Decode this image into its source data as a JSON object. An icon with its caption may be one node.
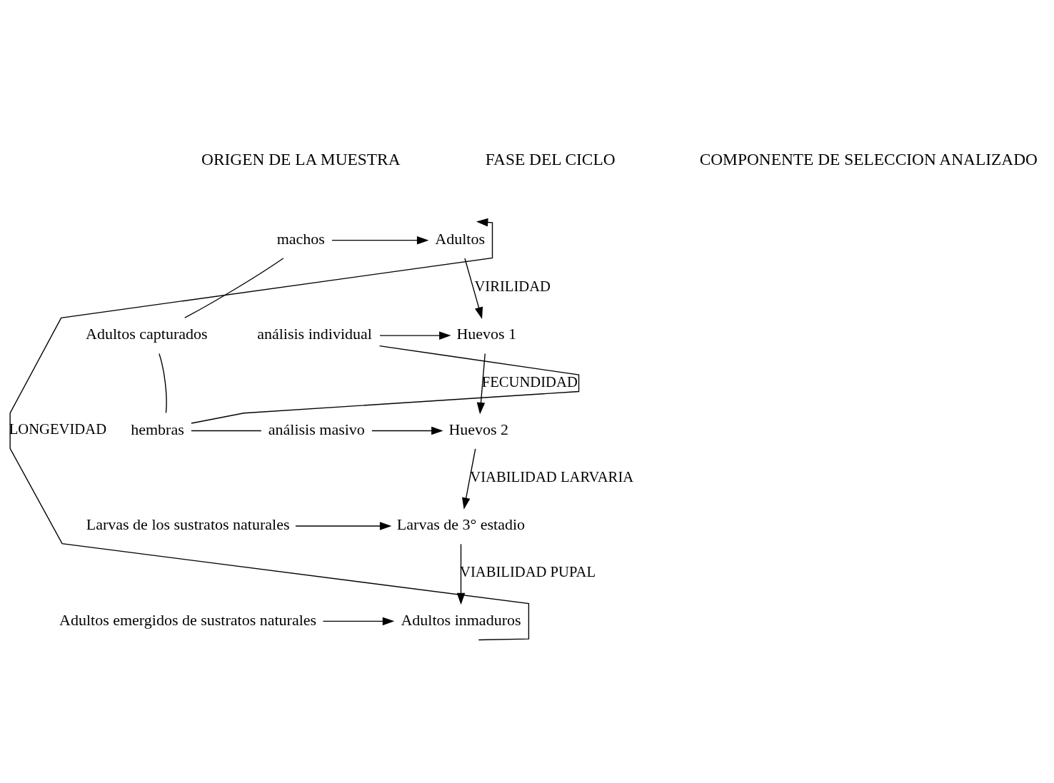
{
  "diagram": {
    "nodes": [
      {
        "text": [
          "Adultos capturados"
        ]
      },
      {
        "text": [
          "machos"
        ]
      },
      {
        "text": [
          "hembras"
        ]
      },
      {
        "text": [
          "análisis individual"
        ]
      },
      {
        "text": [
          "análisis masivo"
        ]
      },
      {
        "text": [
          "Adultos"
        ]
      },
      {
        "text": [
          "Huevos 1"
        ]
      },
      {
        "text": [
          "Huevos 2"
        ]
      },
      {
        "text": [
          "Larvas de los sustratos naturales"
        ]
      },
      {
        "text": [
          "Larvas de 3° estadio"
        ]
      },
      {
        "text": [
          "Adultos emergidos de sustratos naturales"
        ]
      },
      {
        "text": [
          "Adultos inmaduros"
        ]
      }
    ],
    "edges": [
      {
        "from": 0,
        "to": 1,
        "arrow": "none"
      },
      {
        "from": 0,
        "to": 2,
        "arrow": "none"
      },
      {
        "from": 2,
        "to": 3,
        "arrow": "none"
      },
      {
        "from": 2,
        "to": 4,
        "arrow": "none"
      },
      {
        "from": 1,
        "to": 5,
        "arrow": "to"
      },
      {
        "from": 3,
        "to": 6,
        "arrow": "to"
      },
      {
        "from": 4,
        "to": 7,
        "arrow": "to"
      },
      {
        "from": 8,
        "to": 9,
        "arrow": "to"
      },
      {
        "from": 10,
        "to": 11,
        "arrow": "to"
      },
      {
        "from": 5,
        "to": 6,
        "arrow": "to",
        "label": "VIRILIDAD"
      },
      {
        "from": 6,
        "to": 7,
        "arrow": "to",
        "label": "FECUNDIDAD"
      },
      {
        "from": 7,
        "to": 9,
        "arrow": "to",
        "label": "VIABILIDAD LARVARIA"
      },
      {
        "from": 9,
        "to": 11,
        "arrow": "to",
        "label": "VIABILIDAD PUPAL"
      },
      {
        "from": 11,
        "to": 5,
        "arrow": "to",
        "label": "LONGEVIDAD"
      }
    ],
    "labels": [
      "ORIGEN DE LA MUESTRA",
      "FASE DEL CICLO",
      "COMPONENTE DE SELECCION ANALIZADO"
    ]
  }
}
